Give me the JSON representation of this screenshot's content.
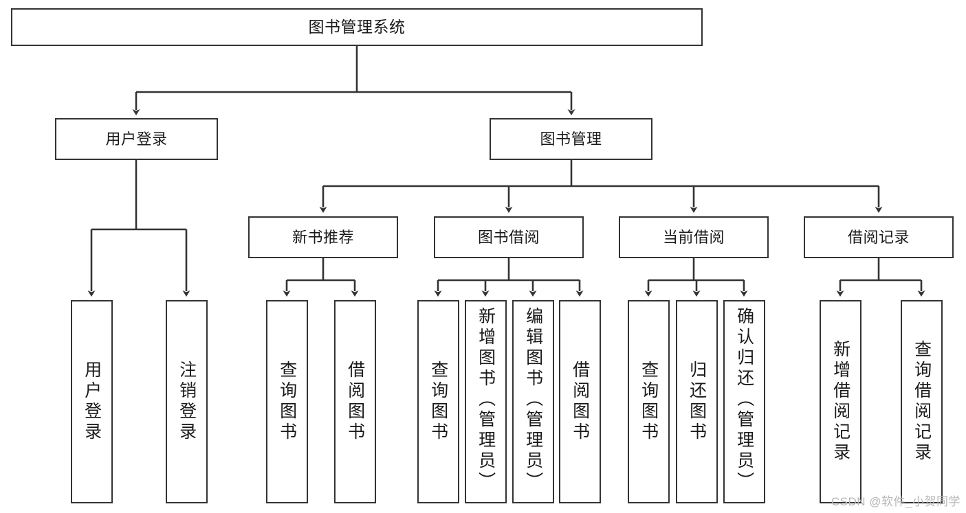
{
  "diagram": {
    "title": "图书管理系统",
    "type": "hierarchy-tree",
    "colors": {
      "box_border": "#333333",
      "box_fill": "#ffffff",
      "edge": "#333333",
      "text": "#1a1a1a",
      "watermark": "#b7b7b7"
    },
    "root": {
      "label": "图书管理系统"
    },
    "tier1": [
      {
        "label": "用户登录"
      },
      {
        "label": "图书管理"
      }
    ],
    "tier2": [
      {
        "label": "新书推荐"
      },
      {
        "label": "图书借阅"
      },
      {
        "label": "当前借阅"
      },
      {
        "label": "借阅记录"
      }
    ],
    "leaves": {
      "user_login": [
        {
          "label": "用户登录"
        },
        {
          "label": "注销登录"
        }
      ],
      "new_book_recommend": [
        {
          "label": "查询图书"
        },
        {
          "label": "借阅图书"
        }
      ],
      "book_borrow": [
        {
          "label": "查询图书"
        },
        {
          "label": "新增图书（管理员）"
        },
        {
          "label": "编辑图书（管理员）"
        },
        {
          "label": "借阅图书"
        }
      ],
      "current_borrow": [
        {
          "label": "查询图书"
        },
        {
          "label": "归还图书"
        },
        {
          "label": "确认归还（管理员）"
        }
      ],
      "borrow_record": [
        {
          "label": "新增借阅记录"
        },
        {
          "label": "查询借阅记录"
        }
      ]
    }
  },
  "watermark": {
    "text": "CSDN @软件_小贺同学"
  }
}
